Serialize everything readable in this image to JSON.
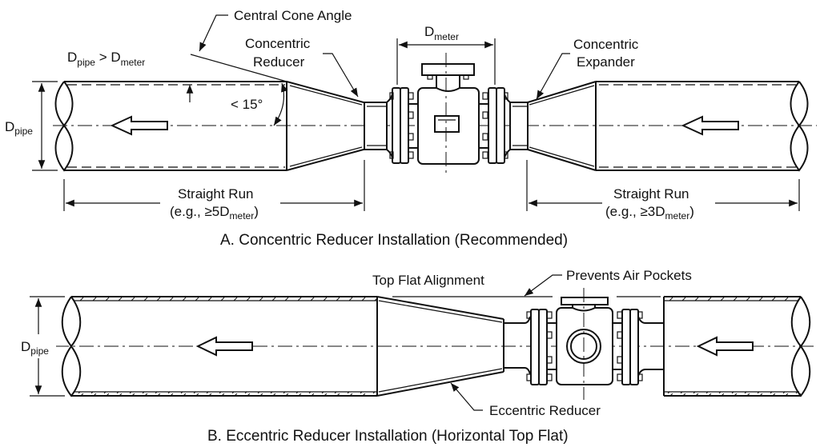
{
  "diagram": {
    "section_a": {
      "caption": "A. Concentric Reducer Installation (Recommended)",
      "labels": {
        "central_cone_angle": "Central Cone Angle",
        "dpipe_gt_dmeter": {
          "d1": "D",
          "s1": "pipe",
          "op": " > D",
          "s2": "meter"
        },
        "concentric_reducer_line1": "Concentric",
        "concentric_reducer_line2": "Reducer",
        "dmeter": {
          "d": "D",
          "s": "meter"
        },
        "concentric_expander_line1": "Concentric",
        "concentric_expander_line2": "Expander",
        "dpipe": {
          "d": "D",
          "s": "pipe"
        },
        "angle": "< 15°",
        "straight_run_left_line1": "Straight Run",
        "straight_run_left_line2": {
          "pre": "(e.g., ≥5D",
          "s": "meter",
          "post": ")"
        },
        "straight_run_right_line1": "Straight Run",
        "straight_run_right_line2": {
          "pre": "(e.g., ≥3D",
          "s": "meter",
          "post": ")"
        }
      },
      "flow_direction": "right-to-left"
    },
    "section_b": {
      "caption": "B. Eccentric Reducer Installation (Horizontal Top Flat)",
      "labels": {
        "top_flat_alignment": "Top Flat Alignment",
        "prevents_air_pockets": "Prevents Air Pockets",
        "eccentric_reducer": "Eccentric Reducer",
        "dpipe": {
          "d": "D",
          "s": "pipe"
        }
      },
      "flow_direction": "right-to-left"
    }
  }
}
